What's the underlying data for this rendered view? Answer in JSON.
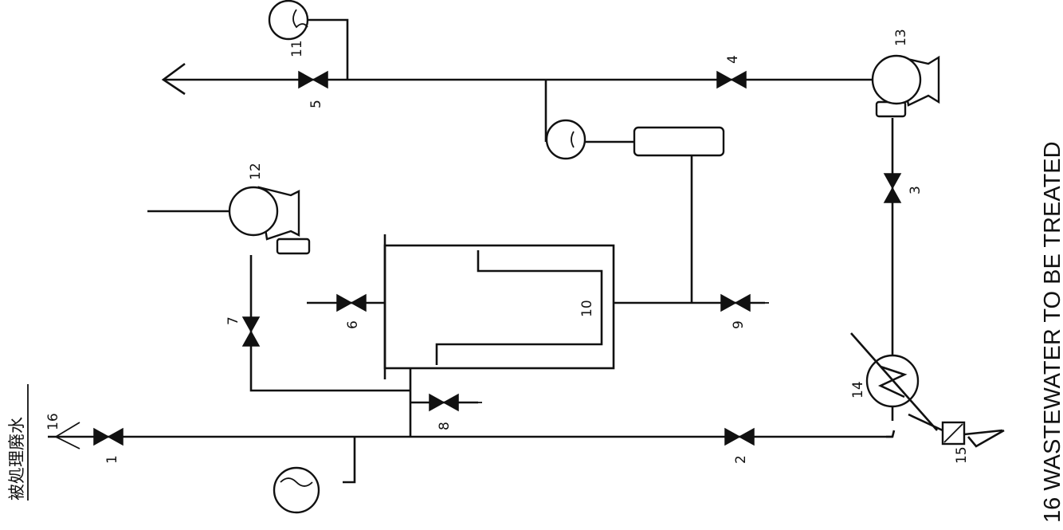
{
  "labels": {
    "n1": "1",
    "n2": "2",
    "n3": "3",
    "n4": "4",
    "n5": "5",
    "n6": "6",
    "n7": "7",
    "n8": "8",
    "n9": "9",
    "n10": "10",
    "n11": "11",
    "n12": "12",
    "n13": "13",
    "n14": "14",
    "n15": "15",
    "n16": "16"
  },
  "jp_label": "被処理廃水",
  "legend": "16   WASTEWATER TO BE TREATED"
}
